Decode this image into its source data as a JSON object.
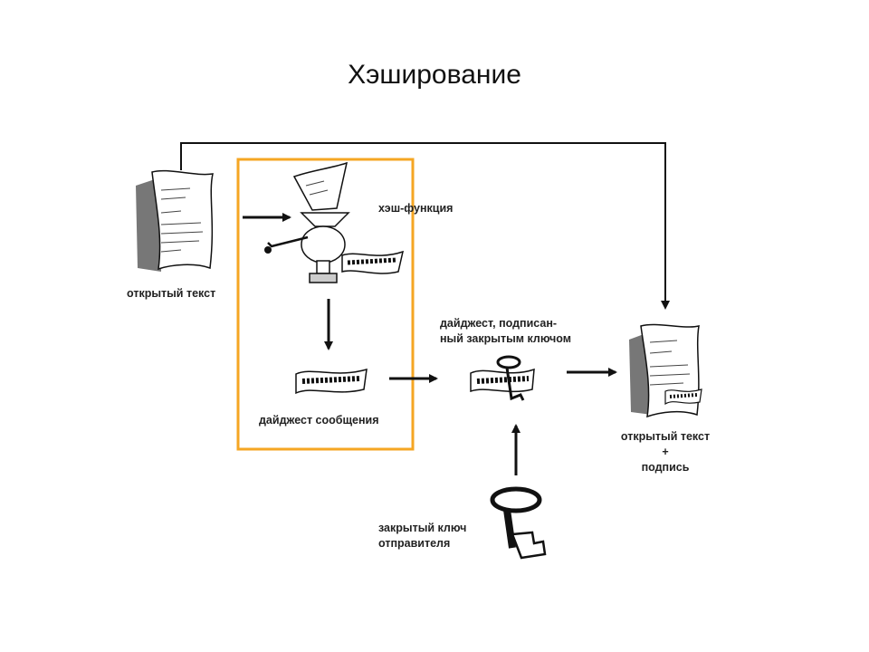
{
  "slide": {
    "title": "Хэширование"
  },
  "diagram": {
    "labels": {
      "plaintext": "открытый текст",
      "hash_function": "хэш-функция",
      "message_digest": "дайджест сообщения",
      "signed_digest_line1": "дайджест, подписан-",
      "signed_digest_line2": "ный закрытым ключом",
      "result_line1": "открытый текст",
      "result_line2": "+",
      "result_line3": "подпись",
      "private_key_line1": "закрытый ключ",
      "private_key_line2": "отправителя"
    },
    "highlight_color": "#f5a623",
    "arrow_color": "#111111"
  }
}
